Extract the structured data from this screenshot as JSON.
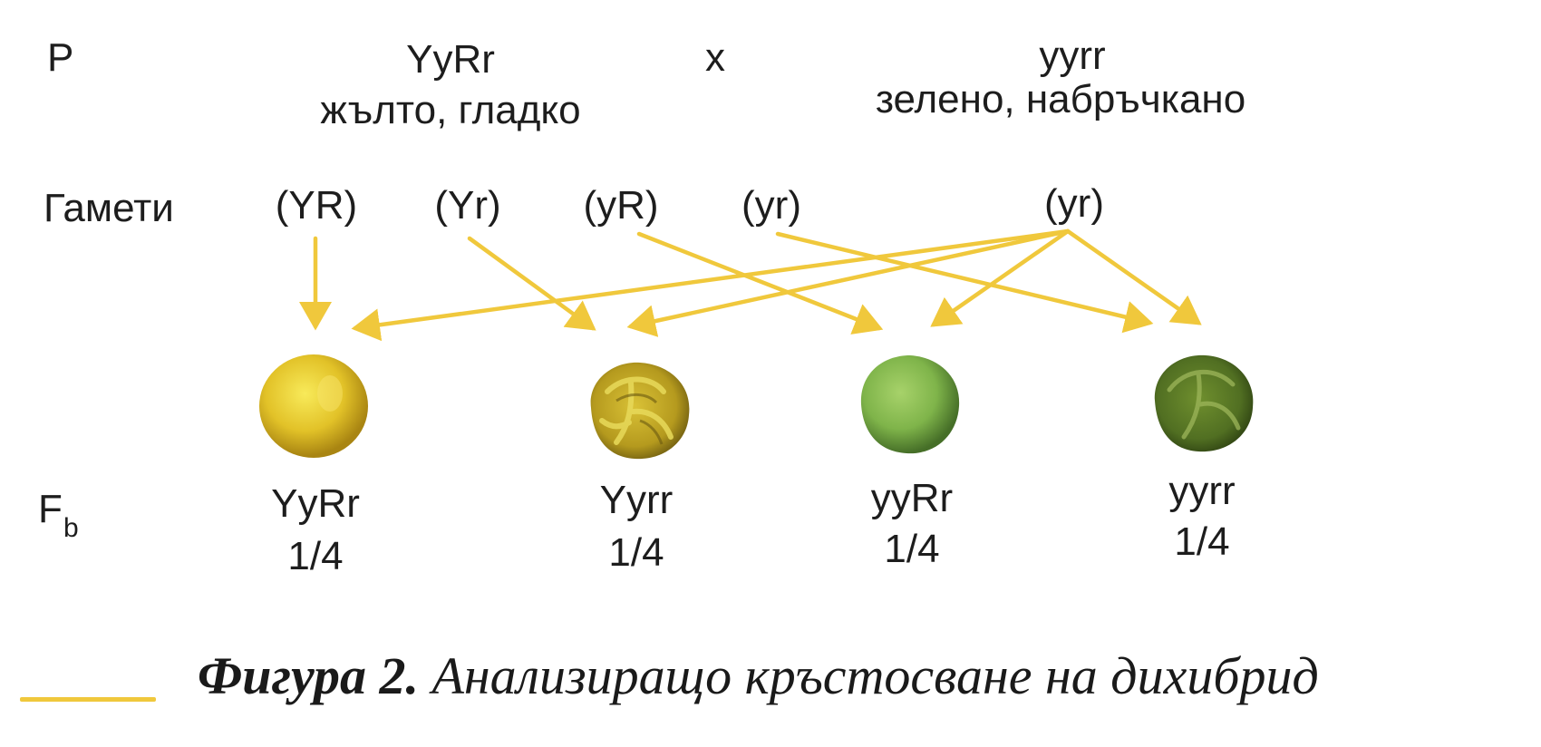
{
  "colors": {
    "arrow": "#f0c83c",
    "text": "#1d1d1d"
  },
  "parents": {
    "row_label": "P",
    "female": {
      "genotype": "YyRr",
      "phenotype": "жълто, гладко"
    },
    "cross_symbol": "x",
    "male": {
      "genotype": "yyrr",
      "phenotype": "зелено, набръчкано"
    }
  },
  "gametes": {
    "row_label": "Гамети",
    "female": [
      "(YR)",
      "(Yr)",
      "(yR)",
      "(yr)"
    ],
    "male": [
      "(yr)"
    ]
  },
  "offspring": {
    "row_label": "F",
    "row_label_sub": "b",
    "items": [
      {
        "genotype": "YyRr",
        "ratio": "1/4",
        "seed": "yellow-smooth"
      },
      {
        "genotype": "Yyrr",
        "ratio": "1/4",
        "seed": "yellow-wrinkled"
      },
      {
        "genotype": "yyRr",
        "ratio": "1/4",
        "seed": "green-smooth"
      },
      {
        "genotype": "yyrr",
        "ratio": "1/4",
        "seed": "green-wrinkled"
      }
    ]
  },
  "caption": {
    "bold": "Фигура 2.",
    "text": " Анализиращо кръстосване на дихибрид"
  }
}
